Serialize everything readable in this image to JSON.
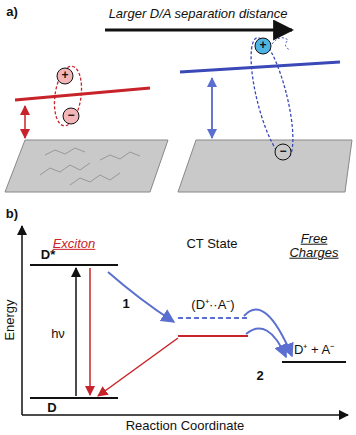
{
  "diagram": {
    "labels": [
      "a)",
      "Larger D/A separation distance",
      "+",
      "−",
      "+",
      "−",
      "b)",
      "Exciton",
      "CT State",
      "Free Charges",
      "D*",
      "hν",
      "D",
      "1",
      "(D⁺··A⁻)",
      "2",
      "D⁺ + A⁻",
      "Energy",
      "Reaction Coordinate"
    ]
  }
}
